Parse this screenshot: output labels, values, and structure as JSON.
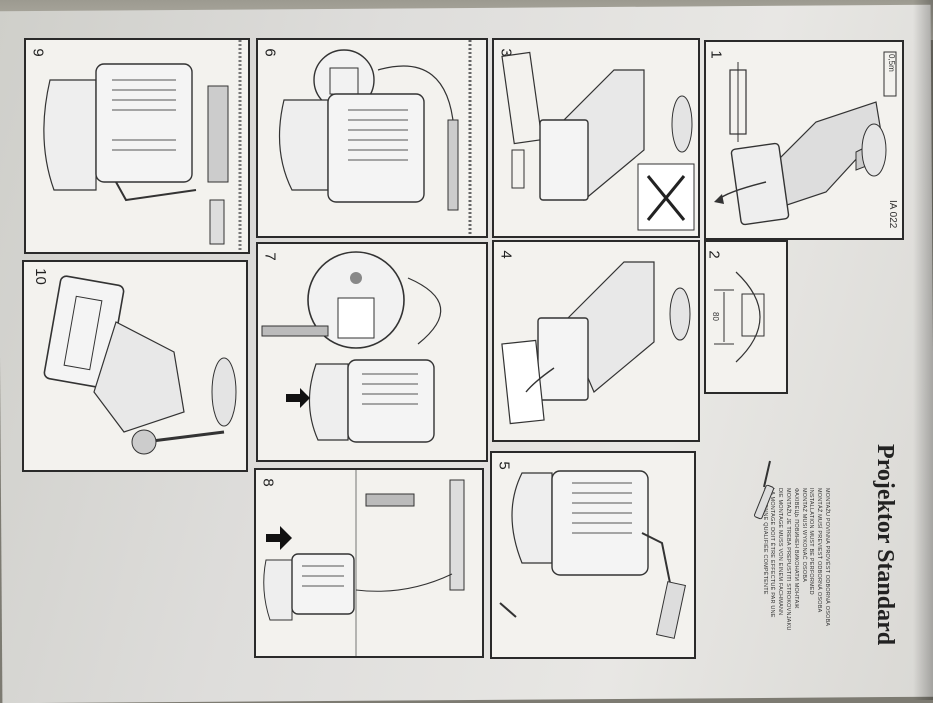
{
  "document": {
    "title": "Projektor Standard",
    "code": "IA 022",
    "dimension_label": "80",
    "min_distance_label": "0,5m",
    "instructions": [
      "MONTAŽU POVINNA PROVÉST ODBORNÁ OSOBA",
      "MONTÁŽ MUSÍ PREVIESŤ ODBORNÁ OSOBA",
      "INSTALLATION MUST BE PERFORMED",
      "MONTAŻ MUSI WYKONAĆ OSOBA",
      "ФАХІВЕЦЬ ПОВИНЕН ВИКОНАТИ МОНТАЖ",
      "MONTAŽU JE TREBA PREPUSTITI STROKOVNJAKU",
      "DIE MONTAGE MUSS VON EINEM FACHMANN",
      "LA MONTAGE DOIT ÊTRE EFFECTUÉ PAR UNE",
      "PERSONNE QUALIFIÉE COMPÉTENTE"
    ],
    "steps": [
      "1",
      "2",
      "3",
      "4",
      "5",
      "6",
      "7",
      "8",
      "9",
      "10"
    ]
  }
}
